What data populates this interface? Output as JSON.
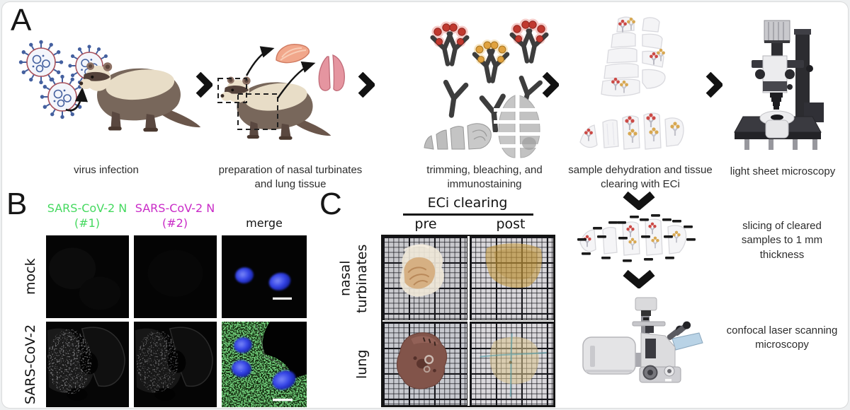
{
  "panel_a": {
    "label": "A",
    "captions": [
      "virus infection",
      "preparation of nasal turbinates and lung tissue",
      "trimming, bleaching, and immunostaining",
      "sample dehydration and tissue clearing with ECi",
      "light sheet microscopy"
    ]
  },
  "panel_b": {
    "label": "B",
    "columns": [
      "SARS-CoV-2 N (#1)",
      "SARS-CoV-2 N (#2)",
      "merge"
    ],
    "rows": [
      "mock",
      "SARS-CoV-2"
    ]
  },
  "panel_c": {
    "label": "C",
    "title": "ECi clearing",
    "columns": [
      "pre",
      "post"
    ],
    "rows": [
      "nasal turbinates",
      "lung"
    ]
  },
  "side_steps": {
    "slicing": "slicing of cleared samples to 1 mm thickness",
    "confocal": "confocal laser scanning microscopy"
  },
  "colors": {
    "n1_label_green": "#45d95f",
    "n2_label_magenta": "#c92bc7",
    "nuclei_blue": "#3444e6",
    "antibody_red": "#c0392f",
    "antibody_orange": "#e0a23f",
    "tissue_pink_lung": "#e595a0",
    "tissue_salmon_turbinate": "#f1a78b",
    "cleared_amber": "#c79b3f",
    "lung_pre_brown": "#82544a"
  }
}
